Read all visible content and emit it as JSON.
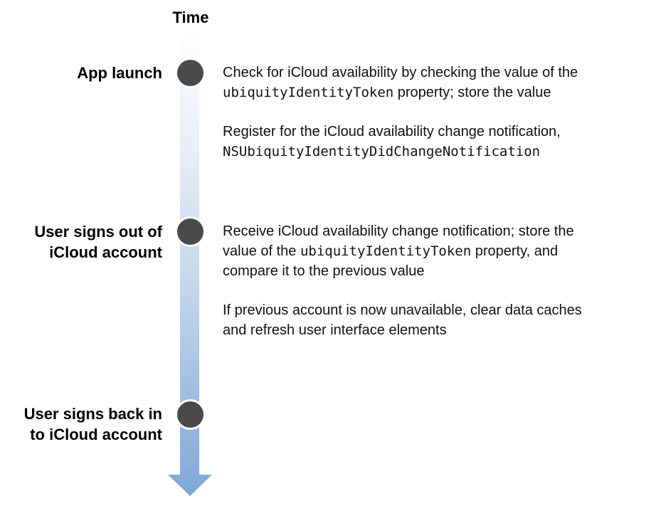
{
  "meta": {
    "background_color": "#ffffff",
    "node_color": "#4a4a48",
    "node_ring_color": "#ffffff",
    "arrow_gradient_top": "#fcfdfe",
    "arrow_gradient_bottom": "#7ea7d7",
    "label_color": "#000000",
    "body_text_color": "#111111"
  },
  "timeline": {
    "axis_label": "Time"
  },
  "events": [
    {
      "label": "App launch",
      "notes": [
        {
          "pre": "Check for iCloud availability by checking the value of the\n",
          "code": "ubiquityIdentityToken",
          "post": " property; store the value"
        },
        {
          "pre": "Register for the iCloud availability change notification,\n",
          "code": "NSUbiquityIdentityDidChangeNotification",
          "post": ""
        }
      ]
    },
    {
      "label": "User signs out of\niCloud account",
      "notes": [
        {
          "pre": "Receive iCloud availability change notification; store the\nvalue of the ",
          "code": "ubiquityIdentityToken",
          "post": " property, and\ncompare it to the previous value"
        },
        {
          "pre": "If previous account is now unavailable, clear data caches\nand refresh user interface elements",
          "code": "",
          "post": ""
        }
      ]
    },
    {
      "label": "User signs back in\nto iCloud account",
      "notes": []
    }
  ]
}
